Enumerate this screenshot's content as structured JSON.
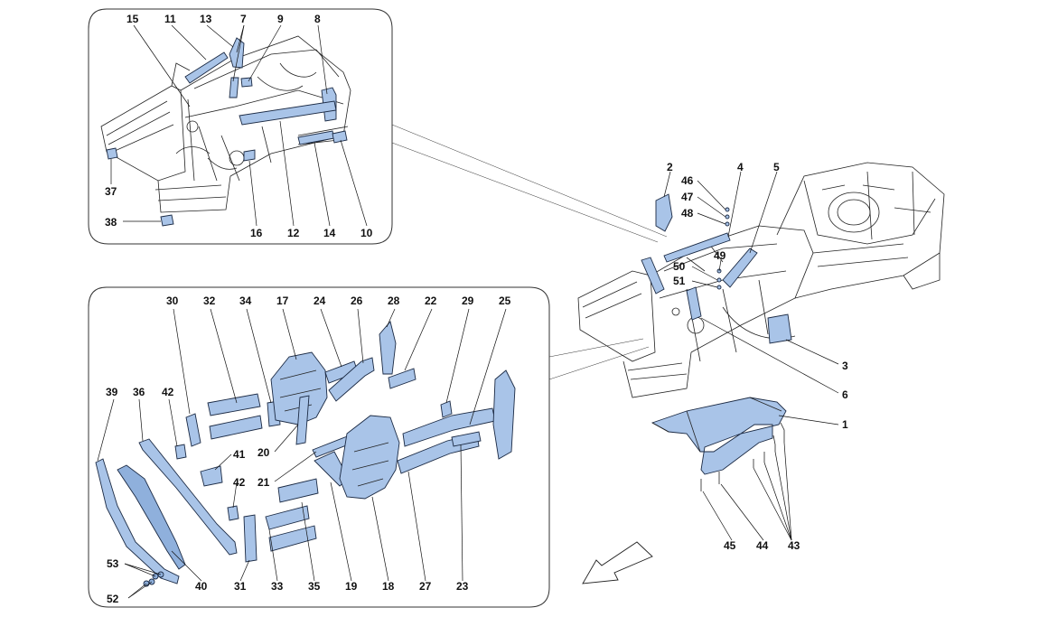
{
  "diagram": {
    "labels": {
      "l1": "1",
      "l2": "2",
      "l3": "3",
      "l4": "4",
      "l5": "5",
      "l6": "6",
      "l7": "7",
      "l8": "8",
      "l9": "9",
      "l10": "10",
      "l11": "11",
      "l12": "12",
      "l13": "13",
      "l14": "14",
      "l15": "15",
      "l16": "16",
      "l17": "17",
      "l18": "18",
      "l19": "19",
      "l20": "20",
      "l21": "21",
      "l22": "22",
      "l23": "23",
      "l24": "24",
      "l25": "25",
      "l26": "26",
      "l27": "27",
      "l28": "28",
      "l29": "29",
      "l30": "30",
      "l31": "31",
      "l32": "32",
      "l33": "33",
      "l34": "34",
      "l35": "35",
      "l36": "36",
      "l37": "37",
      "l38": "38",
      "l39": "39",
      "l40": "40",
      "l41": "41",
      "l42a": "42",
      "l42b": "42",
      "l43": "43",
      "l44": "44",
      "l45": "45",
      "l46": "46",
      "l47": "47",
      "l48": "48",
      "l49": "49",
      "l50": "50",
      "l51": "51",
      "l52": "52",
      "l53": "53"
    },
    "colors": {
      "part_fill": "#a9c4e8",
      "part_stroke": "#1b2a44",
      "line": "#222222"
    }
  }
}
